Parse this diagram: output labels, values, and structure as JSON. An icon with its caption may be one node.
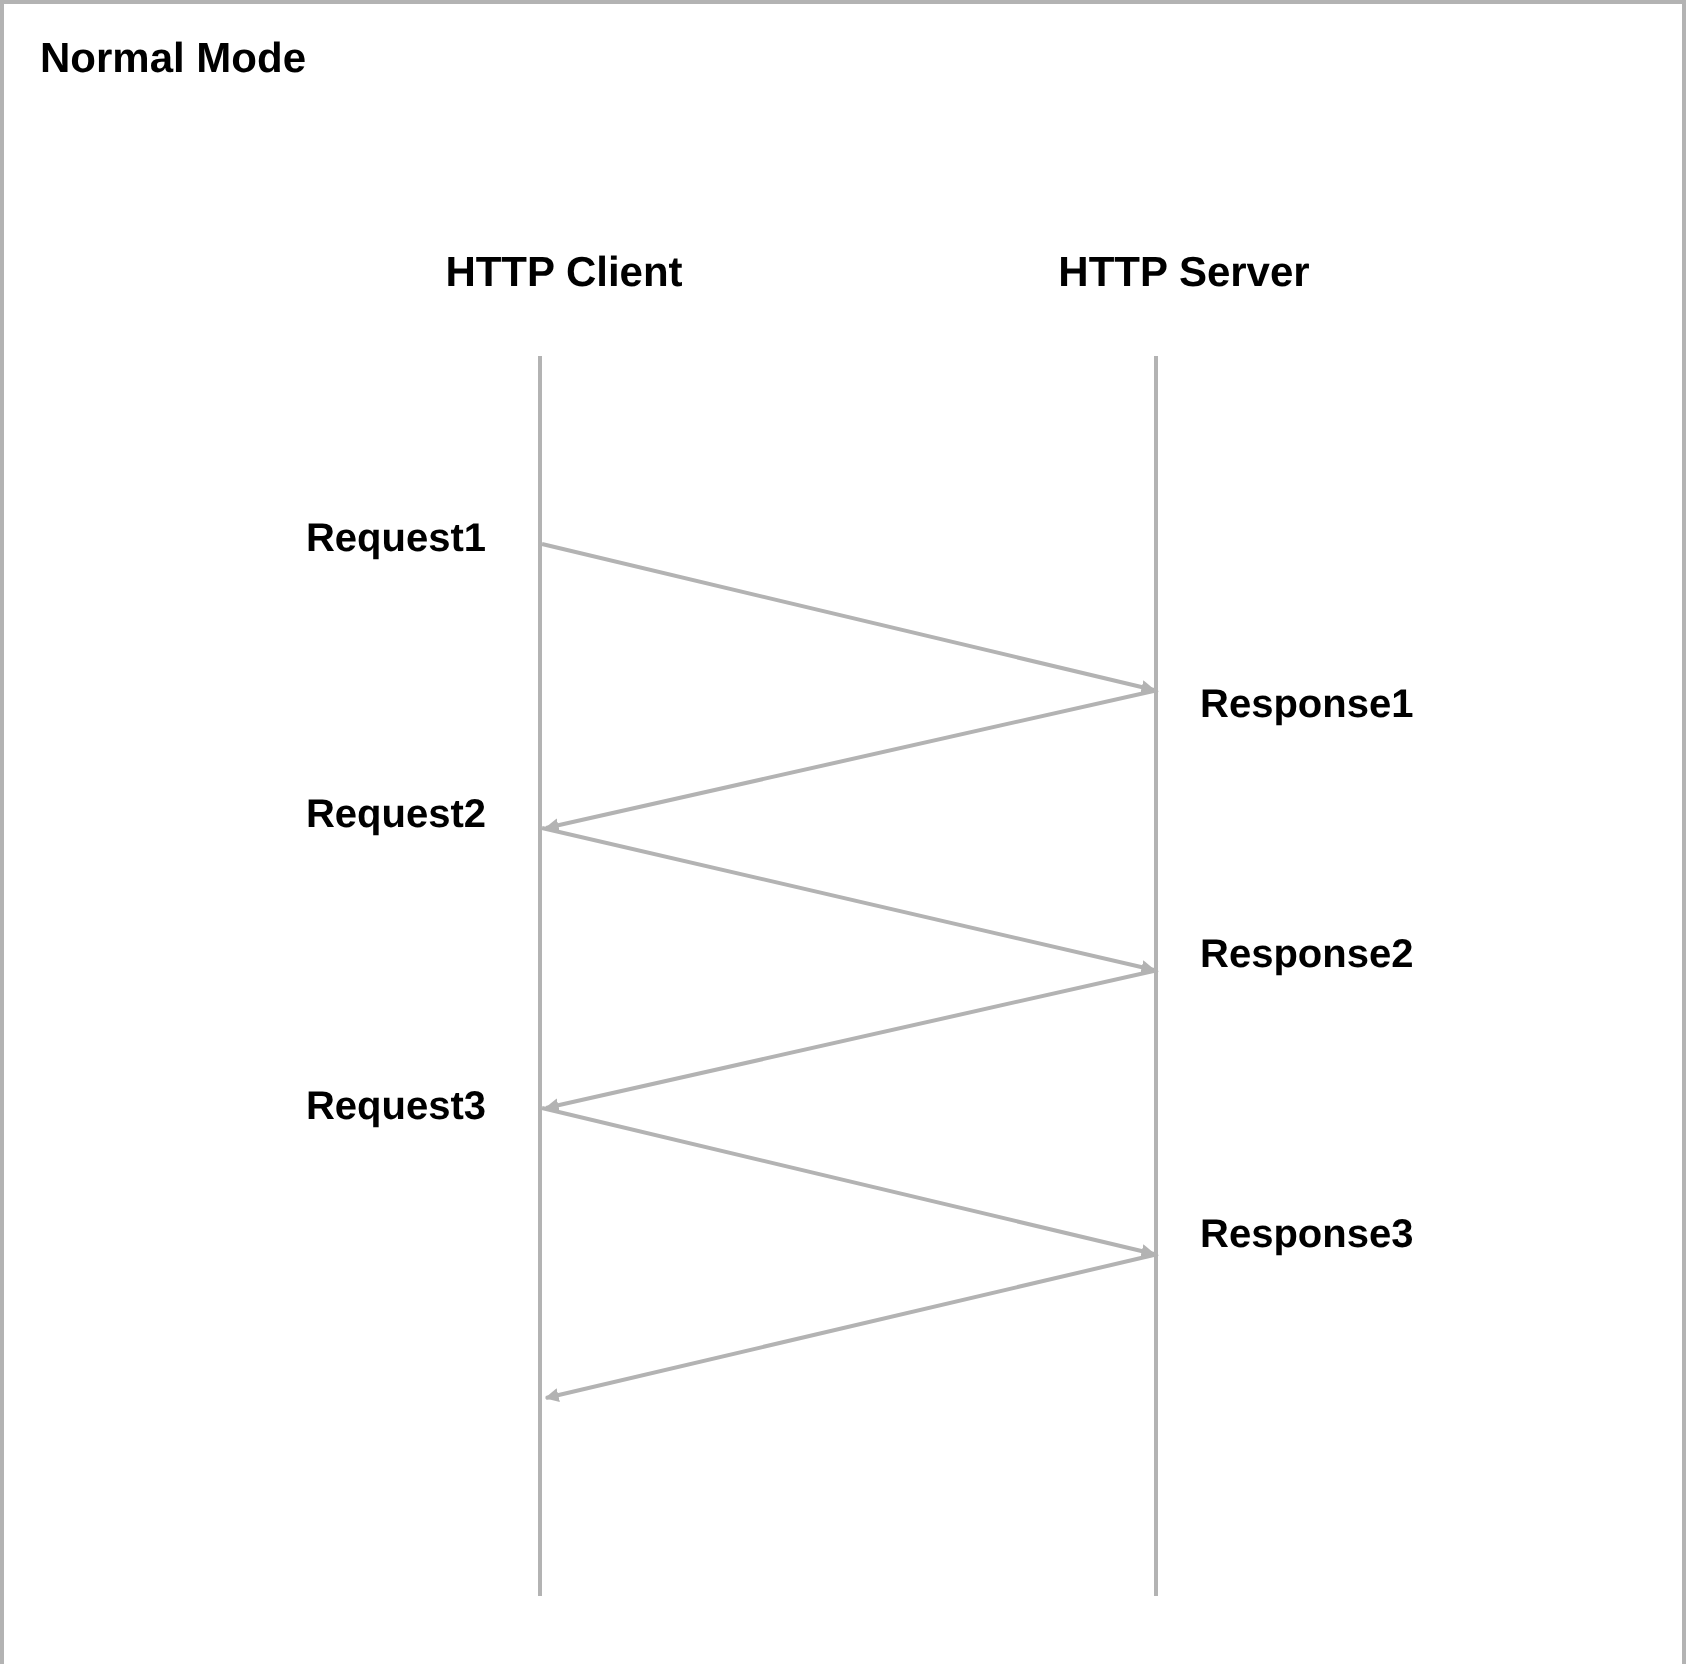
{
  "diagram": {
    "title": "Normal Mode",
    "nodes": [
      {
        "text": [
          "HTTP Client"
        ]
      },
      {
        "text": [
          "HTTP Server"
        ]
      }
    ],
    "edges": [
      {
        "from": 0,
        "to": 1,
        "arrow": "to",
        "label": "Request1"
      },
      {
        "from": 1,
        "to": 0,
        "arrow": "to",
        "label": "Response1"
      },
      {
        "from": 0,
        "to": 1,
        "arrow": "to",
        "label": "Request2"
      },
      {
        "from": 1,
        "to": 0,
        "arrow": "to",
        "label": "Response2"
      },
      {
        "from": 0,
        "to": 1,
        "arrow": "to",
        "label": "Request3"
      },
      {
        "from": 1,
        "to": 0,
        "arrow": "to",
        "label": "Response3"
      }
    ]
  }
}
